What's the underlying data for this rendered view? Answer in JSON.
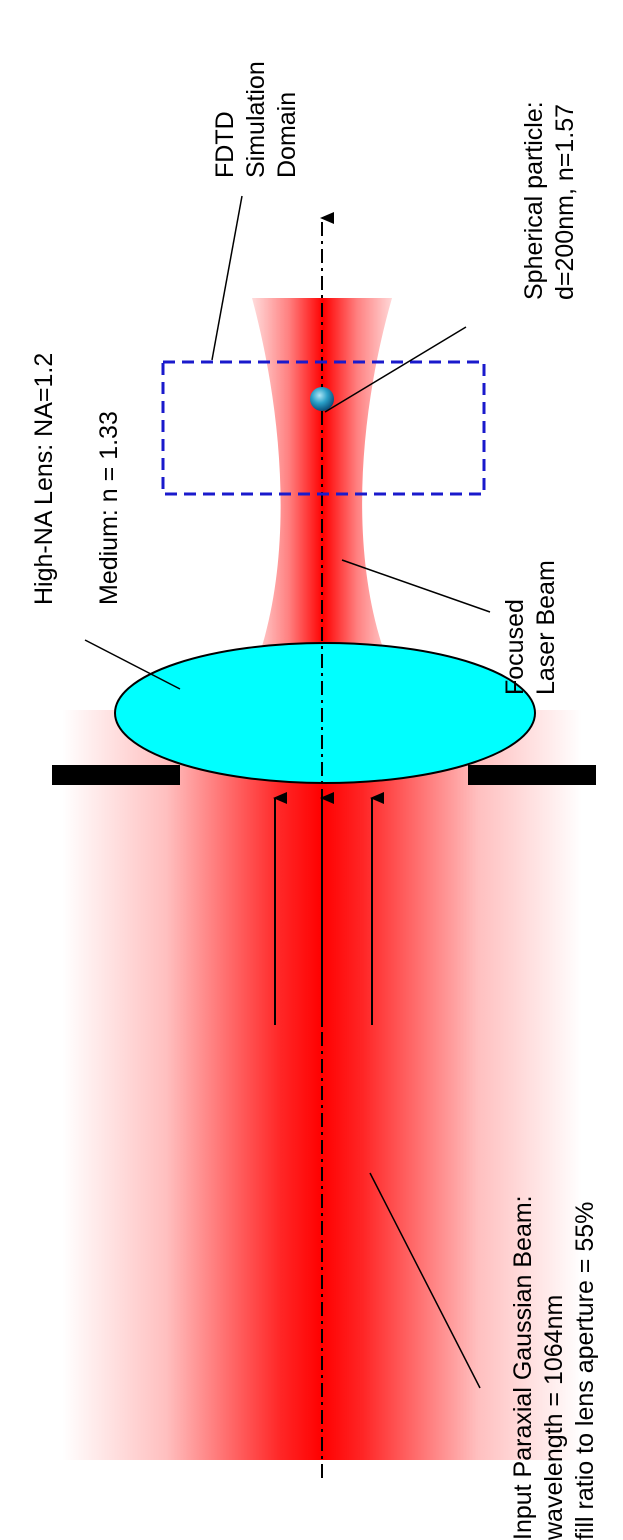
{
  "labels": {
    "input_beam": [
      "Input Paraxial Gaussian Beam:",
      "wavelength = 1064nm",
      "fill ratio to lens aperture = 55%"
    ],
    "lens": "High-NA Lens: NA=1.2",
    "medium": "Medium: n = 1.33",
    "focused_beam": [
      "Focused",
      "Laser Beam"
    ],
    "particle": [
      "Spherical particle:",
      "d=200nm, n=1.57"
    ],
    "fdtd": [
      "FDTD",
      "Simulation",
      "Domain"
    ]
  },
  "colors": {
    "beam": "#ff1a1a",
    "lens_fill": "#00ffff",
    "fdtd_box": "#1a1acc",
    "particle": "#1a8fb0",
    "aperture": "#000000"
  }
}
